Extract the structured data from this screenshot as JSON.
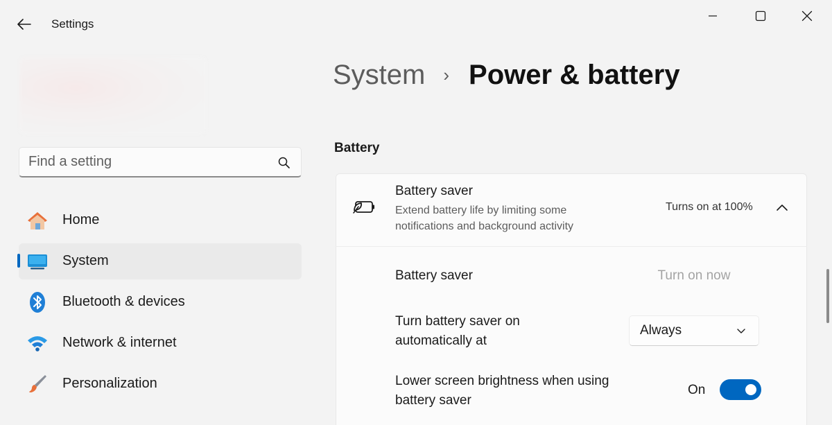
{
  "titlebar": {
    "app_title": "Settings",
    "back_icon": "back-arrow-icon",
    "minimize_icon": "minimize-icon",
    "maximize_icon": "maximize-icon",
    "close_icon": "close-icon"
  },
  "sidebar": {
    "search": {
      "placeholder": "Find a setting",
      "icon": "search-icon"
    },
    "items": [
      {
        "label": "Home",
        "icon": "home-icon",
        "selected": false
      },
      {
        "label": "System",
        "icon": "system-display-icon",
        "selected": true
      },
      {
        "label": "Bluetooth & devices",
        "icon": "bluetooth-icon",
        "selected": false
      },
      {
        "label": "Network & internet",
        "icon": "wifi-icon",
        "selected": false
      },
      {
        "label": "Personalization",
        "icon": "paintbrush-icon",
        "selected": false
      }
    ]
  },
  "main": {
    "breadcrumb": {
      "parent": "System",
      "separator": "›",
      "current": "Power & battery"
    },
    "section_title": "Battery",
    "battery_saver": {
      "title": "Battery saver",
      "description": "Extend battery life by limiting some notifications and background activity",
      "status": "Turns on at 100%",
      "expanded": true,
      "icon": "battery-saver-icon"
    },
    "rows": {
      "battery_saver_label": "Battery saver",
      "turn_on_now": "Turn on now",
      "auto_label": "Turn battery saver on automatically at",
      "auto_value": "Always",
      "brightness_label": "Lower screen brightness when using battery saver",
      "brightness_state": "On",
      "brightness_enabled": true
    }
  },
  "colors": {
    "accent": "#0067c0",
    "background": "#f3f3f3",
    "card": "#fbfbfb"
  }
}
